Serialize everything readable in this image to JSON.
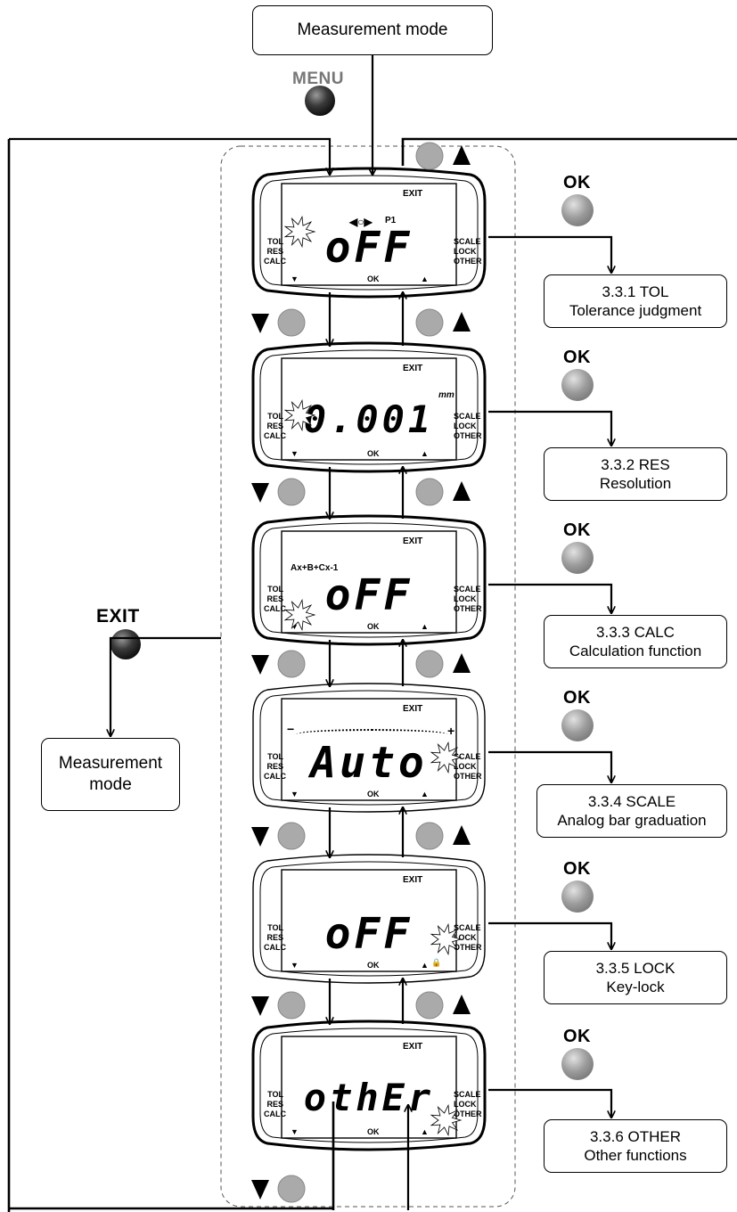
{
  "top_box": "Measurement mode",
  "menu_label": "MENU",
  "exit_label": "EXIT",
  "left_box": [
    "Measurement",
    "mode"
  ],
  "ok_label": "OK",
  "screens": [
    {
      "display": "oFF",
      "extra": "P1",
      "func": [
        "3.3.1 TOL",
        "Tolerance judgment"
      ]
    },
    {
      "display": "0.001",
      "extra": "mm",
      "func": [
        "3.3.2 RES",
        "Resolution"
      ]
    },
    {
      "display": "oFF",
      "extra": "Ax+B+Cx-1",
      "func": [
        "3.3.3 CALC",
        "Calculation function"
      ]
    },
    {
      "display": "Auto",
      "extra": "",
      "func": [
        "3.3.4 SCALE",
        "Analog bar graduation"
      ]
    },
    {
      "display": "oFF",
      "extra": "",
      "func": [
        "3.3.5 LOCK",
        "Key-lock"
      ]
    },
    {
      "display": "othEr",
      "extra": "",
      "func": [
        "3.3.6 OTHER",
        "Other functions"
      ]
    }
  ],
  "lcd": {
    "exit": "EXIT",
    "ok": "OK",
    "left": [
      "TOL",
      "RES",
      "CALC"
    ],
    "right": [
      "SCALE",
      "LOCK",
      "OTHER"
    ]
  }
}
